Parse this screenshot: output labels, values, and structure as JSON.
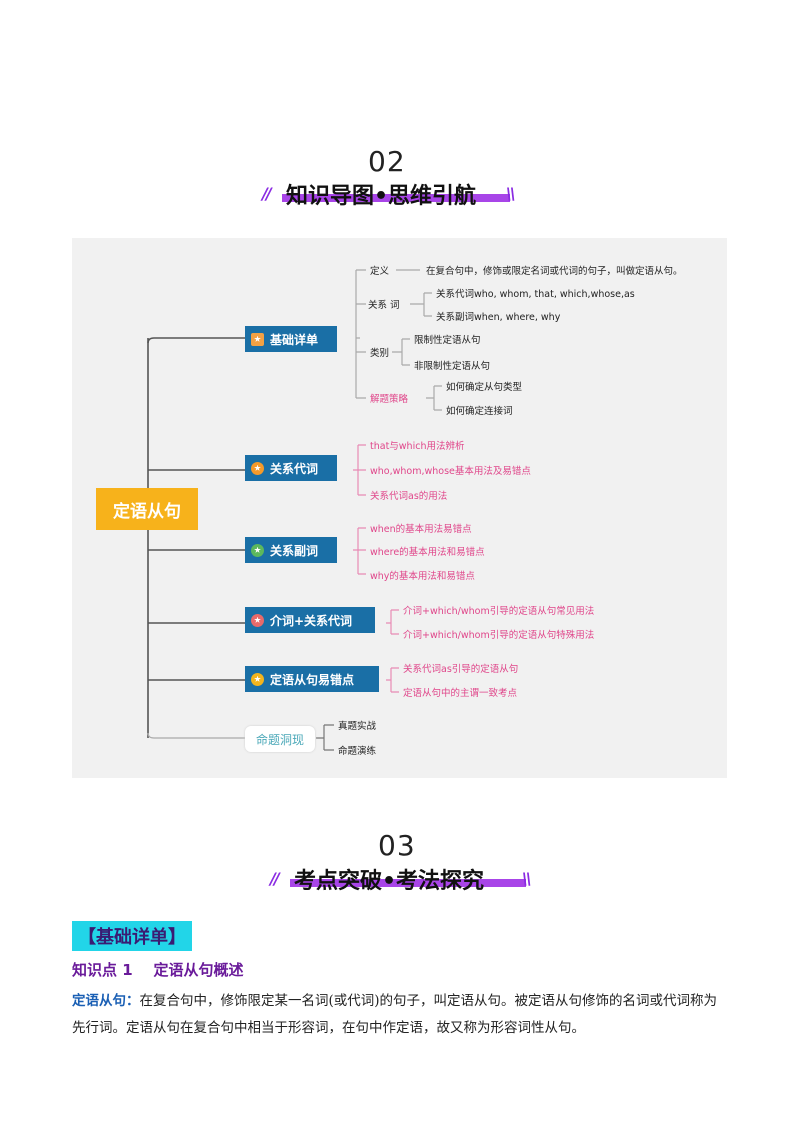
{
  "section02": {
    "number": "02",
    "title": "知识导图•思维引航"
  },
  "mindmap": {
    "root": "定语从句",
    "branches": [
      {
        "label": "基础详单",
        "icon": "list-icon"
      },
      {
        "label": "关系代词",
        "icon": "star-icon"
      },
      {
        "label": "关系副词",
        "icon": "star-icon"
      },
      {
        "label": "介词+关系代词",
        "icon": "star-icon"
      },
      {
        "label": "定语从句易错点",
        "icon": "star-icon"
      },
      {
        "label": "命题洞现"
      }
    ],
    "basics": {
      "definition_label": "定义",
      "definition_text": "在复合句中，修饰或限定名词或代词的句子，叫做定语从句。",
      "relative_label": "关系 词",
      "relative_pronoun": "关系代词who, whom, that, which,whose,as",
      "relative_adverb": "关系副词when, where, why",
      "category_label": "类别",
      "category_items": [
        "限制性定语从句",
        "非限制性定语从句"
      ],
      "strategy_label": "解题策略",
      "strategy_items": [
        "如何确定从句类型",
        "如何确定连接词"
      ]
    },
    "pronoun_items": [
      "that与which用法辨析",
      "who,whom,whose基本用法及易错点",
      "关系代词as的用法"
    ],
    "adverb_items": [
      "when的基本用法易错点",
      "where的基本用法和易错点",
      "why的基本用法和易错点"
    ],
    "prep_items": [
      "介词+which/whom引导的定语从句常见用法",
      "介词+which/whom引导的定语从句特殊用法"
    ],
    "error_items": [
      "关系代词as引导的定语从句",
      "定语从句中的主谓一致考点"
    ],
    "exam_items": [
      "真题实战",
      "命题演练"
    ]
  },
  "section03": {
    "number": "03",
    "title": "考点突破•考法探究"
  },
  "basics_tag": "【基础详单】",
  "knowledge_point": "知识点 1    定语从句概述",
  "definition": {
    "term": "定语从句",
    "colon": "：",
    "text": "在复合句中，修饰限定某一名词(或代词)的句子，叫定语从句。被定语从句修饰的名词或代词称为先行词。定语从句在复合句中相当于形容词，在句中作定语，故又称为形容词性从句。"
  },
  "colors": {
    "accent_purple": "#8a2be2",
    "branch_blue": "#1a6fa6",
    "root_yellow": "#f7b21b",
    "pink_text": "#e0468a",
    "tag_cyan": "#22d5e8"
  }
}
